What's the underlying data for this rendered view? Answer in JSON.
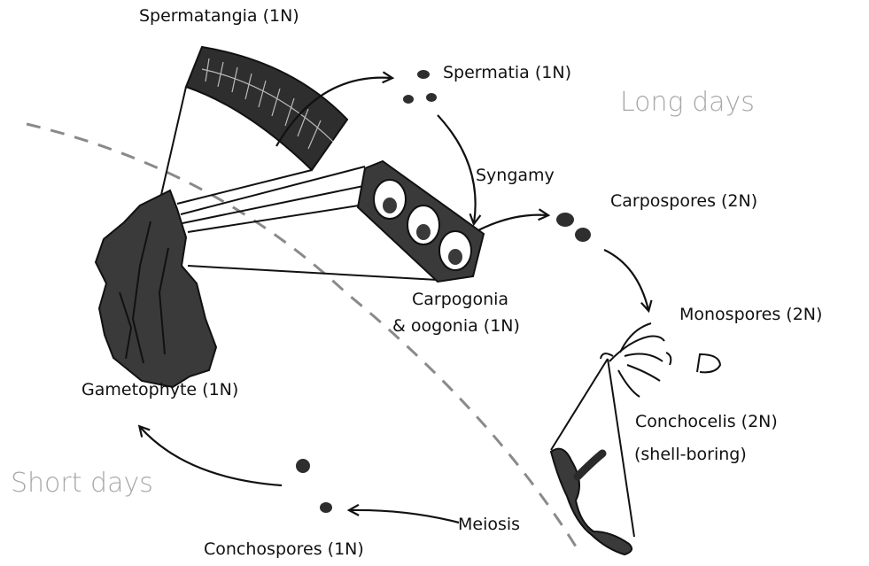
{
  "labels": {
    "spermatangia": "Spermatangia (1N)",
    "spermatia": "Spermatia (1N)",
    "long_days": "Long days",
    "syngamy": "Syngamy",
    "carpospores": "Carpospores (2N)",
    "carpogonia_line1": "Carpogonia",
    "carpogonia_line2": "& oogonia (1N)",
    "monospores": "Monospores (2N)",
    "gametophyte": "Gametophyte (1N)",
    "conchocelis_line1": "Conchocelis (2N)",
    "conchocelis_line2": "(shell-boring)",
    "short_days": "Short days",
    "meiosis": "Meiosis",
    "conchospores": "Conchospores (1N)"
  },
  "colors": {
    "ink": "#111111",
    "dark_fill": "#3a3a3a",
    "season_text": "#a8a8a8",
    "divider": "#8a8a8a"
  }
}
